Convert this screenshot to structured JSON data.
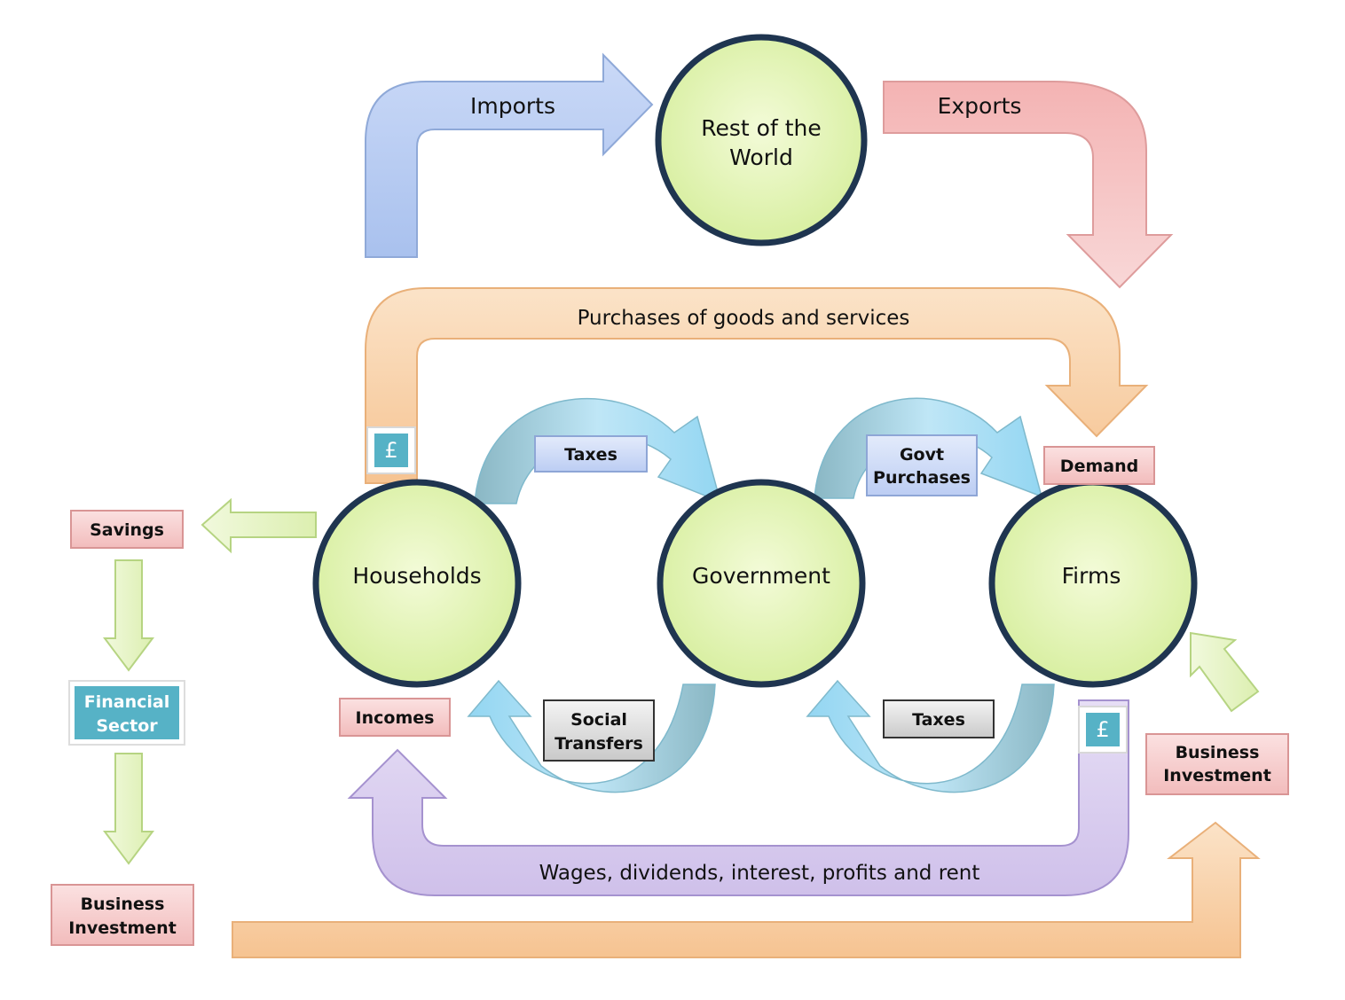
{
  "nodes": {
    "rest_of_world": "Rest of the World",
    "households": "Households",
    "government": "Government",
    "firms": "Firms"
  },
  "flows": {
    "imports": "Imports",
    "exports": "Exports",
    "purchases": "Purchases of goods and services",
    "wages": "Wages, dividends, interest, profits and rent"
  },
  "labels": {
    "taxes_top": "Taxes",
    "govt_purchases_1": "Govt",
    "govt_purchases_2": "Purchases",
    "demand": "Demand",
    "savings": "Savings",
    "financial_sector_1": "Financial",
    "financial_sector_2": "Sector",
    "business_investment_left_1": "Business",
    "business_investment_left_2": "Investment",
    "incomes": "Incomes",
    "social_transfers_1": "Social",
    "social_transfers_2": "Transfers",
    "taxes_bottom": "Taxes",
    "business_investment_right_1": "Business",
    "business_investment_right_2": "Investment",
    "pound_left": "£",
    "pound_right": "£"
  },
  "colors": {
    "node_fill": "#e3f5b0",
    "node_stroke": "#1f3550",
    "imports_arrow": "#b9cdf3",
    "exports_arrow": "#f3bcbc",
    "purchases_arrow": "#f8d3a8",
    "wages_arrow": "#dcd1ef",
    "green_arrow": "#e6f4c4",
    "cyan_arrow": "#a9def3",
    "grey_blue_arrow": "#8fbac8",
    "pink_box": "#f5c7c7",
    "blue_box": "#cdd9f7",
    "grey_box": "#dadada",
    "teal_box": "#56b2c6"
  }
}
